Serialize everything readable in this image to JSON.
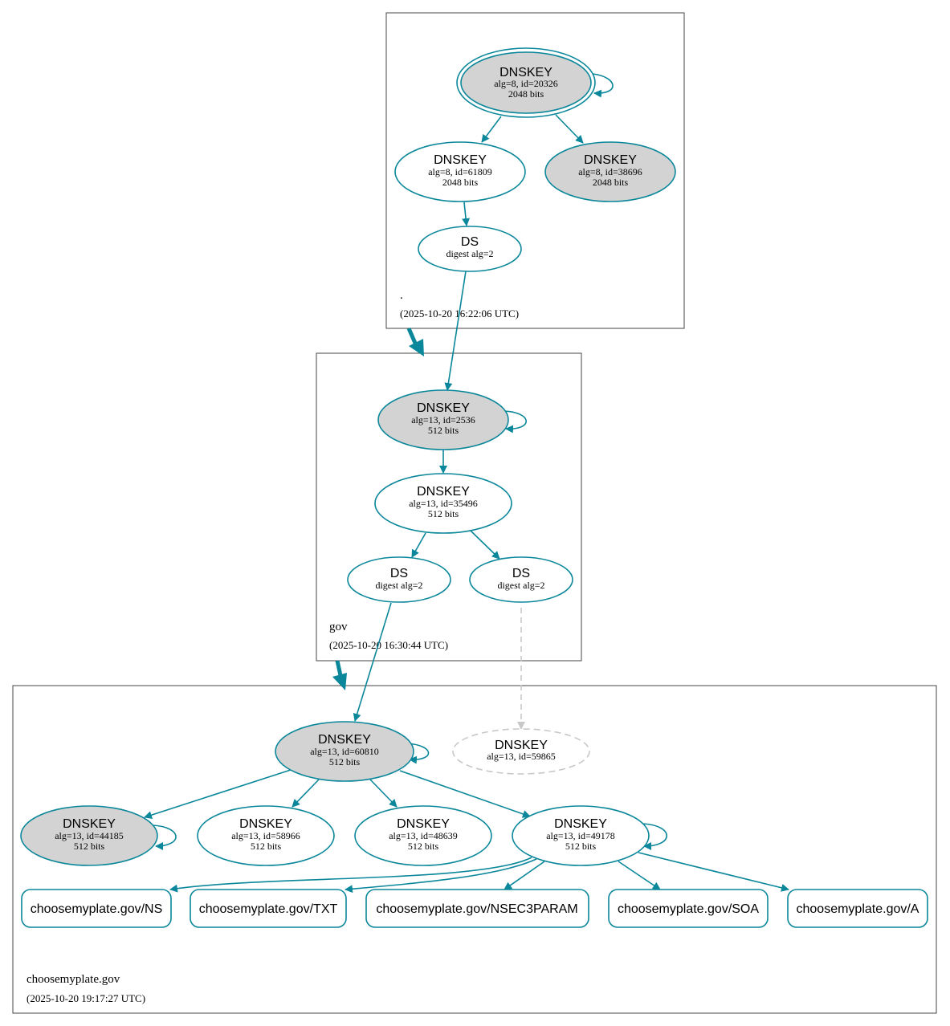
{
  "colors": {
    "edge": "#0a879a",
    "node_fill_gray": "#d3d3d3",
    "node_fill_white": "#ffffff",
    "missing": "#c8c8c8",
    "zone_border": "#444444"
  },
  "zones": {
    "root": {
      "name": ".",
      "timestamp": "(2025-10-20 16:22:06 UTC)"
    },
    "gov": {
      "name": "gov",
      "timestamp": "(2025-10-20 16:30:44 UTC)"
    },
    "choosemyplate": {
      "name": "choosemyplate.gov",
      "timestamp": "(2025-10-20 19:17:27 UTC)"
    }
  },
  "nodes": {
    "root_ksk": {
      "title": "DNSKEY",
      "line1": "alg=8, id=20326",
      "line2": "2048 bits"
    },
    "root_zsk1": {
      "title": "DNSKEY",
      "line1": "alg=8, id=61809",
      "line2": "2048 bits"
    },
    "root_zsk2": {
      "title": "DNSKEY",
      "line1": "alg=8, id=38696",
      "line2": "2048 bits"
    },
    "root_ds": {
      "title": "DS",
      "line1": "digest alg=2"
    },
    "gov_ksk": {
      "title": "DNSKEY",
      "line1": "alg=13, id=2536",
      "line2": "512 bits"
    },
    "gov_zsk": {
      "title": "DNSKEY",
      "line1": "alg=13, id=35496",
      "line2": "512 bits"
    },
    "gov_ds1": {
      "title": "DS",
      "line1": "digest alg=2"
    },
    "gov_ds2": {
      "title": "DS",
      "line1": "digest alg=2"
    },
    "cmp_ksk": {
      "title": "DNSKEY",
      "line1": "alg=13, id=60810",
      "line2": "512 bits"
    },
    "cmp_missing": {
      "title": "DNSKEY",
      "line1": "alg=13, id=59865"
    },
    "cmp_k44185": {
      "title": "DNSKEY",
      "line1": "alg=13, id=44185",
      "line2": "512 bits"
    },
    "cmp_k58966": {
      "title": "DNSKEY",
      "line1": "alg=13, id=58966",
      "line2": "512 bits"
    },
    "cmp_k48639": {
      "title": "DNSKEY",
      "line1": "alg=13, id=48639",
      "line2": "512 bits"
    },
    "cmp_k49178": {
      "title": "DNSKEY",
      "line1": "alg=13, id=49178",
      "line2": "512 bits"
    }
  },
  "records": {
    "ns": "choosemyplate.gov/NS",
    "txt": "choosemyplate.gov/TXT",
    "nsec3param": "choosemyplate.gov/NSEC3PARAM",
    "soa": "choosemyplate.gov/SOA",
    "a": "choosemyplate.gov/A"
  }
}
